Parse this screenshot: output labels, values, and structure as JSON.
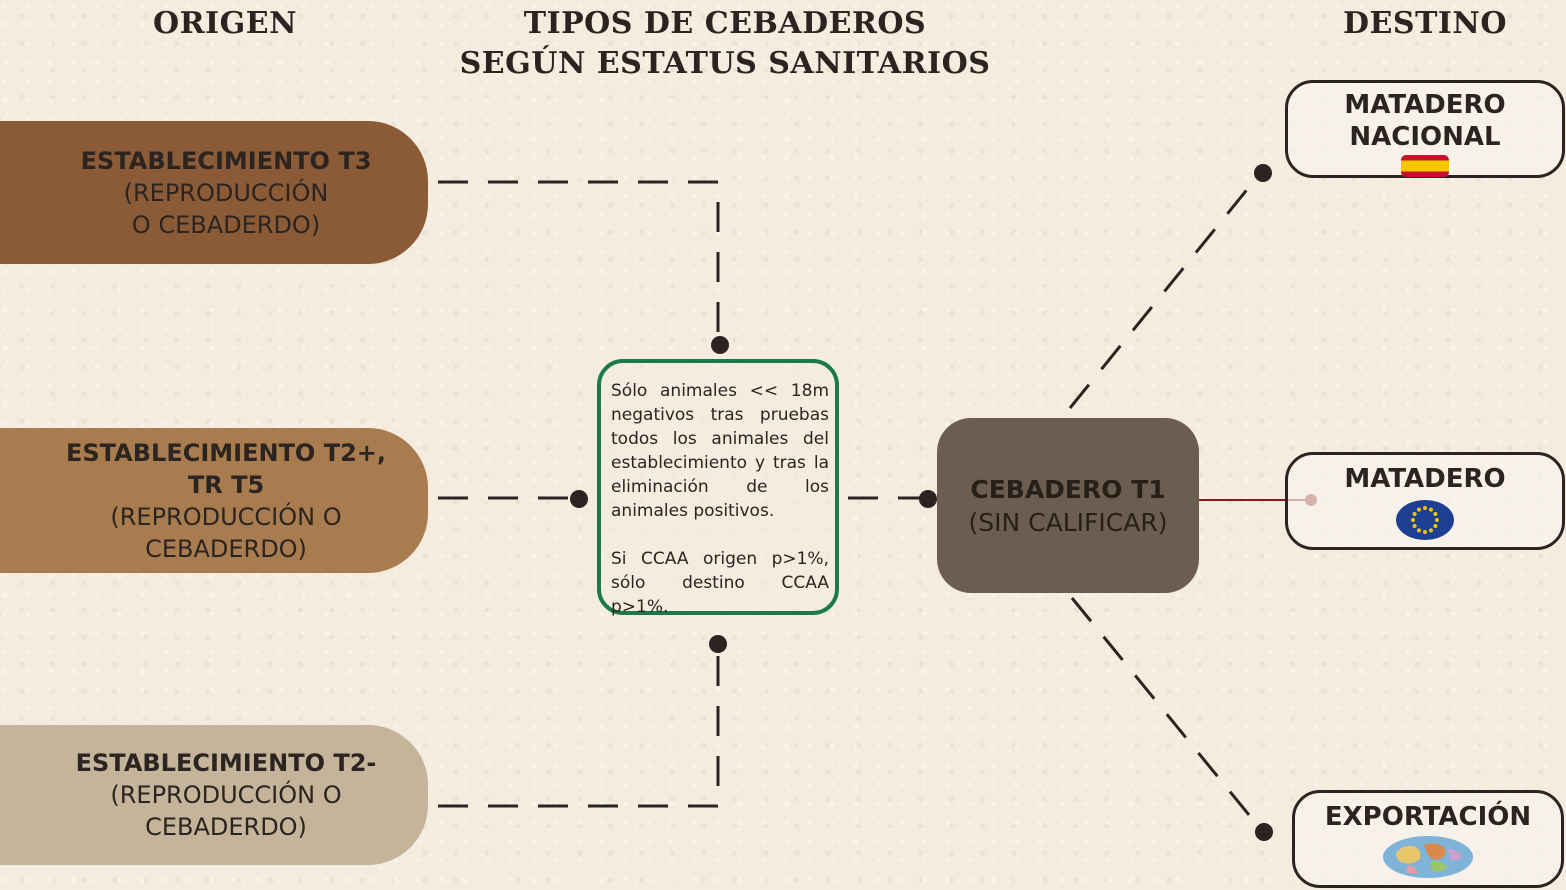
{
  "headers": {
    "origin": "ORIGEN",
    "types_line1": "TIPOS DE CEBADEROS",
    "types_line2": "SEGÚN ESTATUS SANITARIOS",
    "destination": "DESTINO"
  },
  "origins": [
    {
      "bold": "ESTABLECIMIENTO T3",
      "normal_1": "(REPRODUCCIÓN",
      "normal_2": "O CEBADERDO)",
      "color": "#8b5b37"
    },
    {
      "bold": "ESTABLECIMIENTO T2+,",
      "bold_2": "TR T5",
      "normal_1": "(REPRODUCCIÓN O",
      "normal_2": "CEBADERDO)",
      "color": "#a97c4f"
    },
    {
      "bold": "ESTABLECIMIENTO T2-",
      "normal_1": "(REPRODUCCIÓN O",
      "normal_2": "CEBADERDO)",
      "color": "#c3b49a"
    }
  ],
  "conditions": {
    "paragraph_1": "Sólo animales << 18m negativos tras pruebas todos los animales del establecimiento y tras la eliminación de los animales positivos.",
    "paragraph_2": "Si CCAA origen p>1%, sólo destino CCAA p>1%.",
    "border_color": "#1b7a45"
  },
  "center": {
    "title": "CEBADERO T1",
    "subtitle": "(SIN CALIFICAR)",
    "color": "#6b5e50"
  },
  "destinations": [
    {
      "line1": "MATADERO",
      "line2": "NACIONAL",
      "icon": "spain-flag-icon"
    },
    {
      "line1": "MATADERO",
      "icon": "eu-flag-icon"
    },
    {
      "line1": "EXPORTACIÓN",
      "icon": "world-map-icon"
    }
  ],
  "colors": {
    "connector": "#2b2420",
    "eu_connector": "#8a1a1a"
  }
}
